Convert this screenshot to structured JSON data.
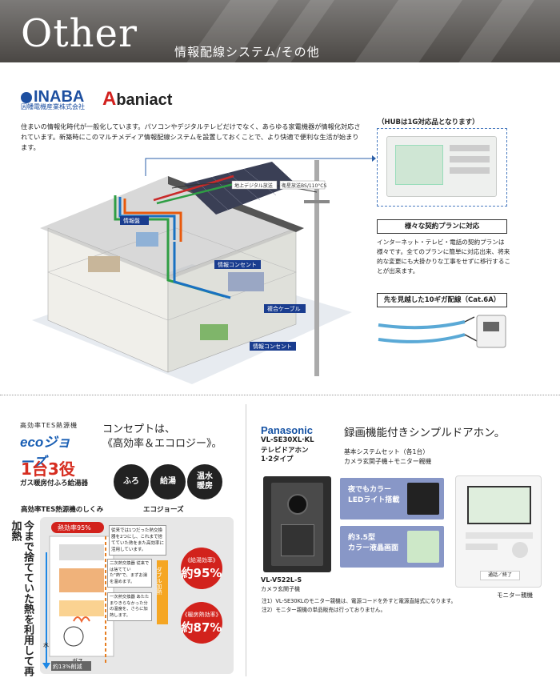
{
  "header": {
    "title": "Other",
    "subtitle": "情報配線システム/その他"
  },
  "logos": {
    "inaba": "INABA",
    "inaba_company": "因幡電機産業株式会社",
    "abaniact_mark": "A",
    "abaniact": "baniact"
  },
  "intro": "住まいの情報化時代が一般化しています。パソコンやデジタルテレビだけでなく、あらゆる家電機器が情報化対応されています。新築時にこのマルチメディア情報配線システムを設置しておくことで、より快適で便利な生活が始まります。",
  "diagram": {
    "antenna1": "地上デジタル放送",
    "antenna2": "衛星放送BS/110°CS",
    "label_joho_ban": "情報盤",
    "label_joho_outlet1": "情報コンセント",
    "label_fukugo_cable": "複合ケーブル",
    "label_joho_outlet2": "情報コンセント"
  },
  "right_panel": {
    "hub_note": "（HUBは1G対応品となります）",
    "plan_head": "様々な契約プランに対応",
    "plan_text": "インターネット・テレビ・電話の契約プランは様々です。全てのプランに簡単に対応出来、将来的な変更にも大掛かりな工事をせずに移行することが出来ます。",
    "cat_head": "先を見越した10ギガ配線（Cat.6A）"
  },
  "ecojoze": {
    "tagline": "高効率TES熱源機",
    "logo": "ecoジョーズ",
    "concept_line1": "コンセプトは、",
    "concept_line2": "《高効率＆エコロジー》。",
    "ichi": "1台",
    "san": "3役",
    "sub": "ガス暖房付ふろ給湯器",
    "circles": [
      "ふろ",
      "給湯",
      "温水\n暖房"
    ],
    "shikumi": "高効率TES熱源機のしくみ",
    "name": "エコジョーズ",
    "vertical": "今まで捨てていた熱を利用して再加熱",
    "netsu": "熱効率95%",
    "note1": "従来では1つだった熱交換器を2つにし、これまで捨てていた熱をまた高効率に活用しています。",
    "note2": "二次熱交換器 従来では捨てていた\"熱\"で、まずお湯を温めます。",
    "note3": "一次熱交換器 あたたまりきらなかった分の温度を、さらに加熱します。",
    "double_label": "ダブル加熱",
    "gas": "ガス",
    "water": "水",
    "yaku13": "約13%削減",
    "kyuto_label": "《給湯効率》",
    "kyuto_value": "約95%",
    "danbou_label": "《暖房熱効率》",
    "danbou_value": "約87%"
  },
  "panasonic": {
    "brand": "Panasonic",
    "model": "VL-SE30XL·KL",
    "model_sub1": "テレビドアホン",
    "model_sub2": "1·2タイプ",
    "rec_title": "録画機能付きシンプルドアホン。",
    "sys1": "基本システムセット（各1台）",
    "sys2": "カメラ玄関子機＋モニター親機",
    "feat1_line1": "夜でもカラー",
    "feat1_line2": "LEDライト搭載",
    "feat2_line1": "約3.5型",
    "feat2_line2": "カラー液晶画面",
    "door_model": "VL-V522L-S",
    "door_name": "カメラ玄関子機",
    "monitor_name": "モニター親機",
    "monitor_btn": "通話／終了",
    "note1": "注1）VL-SE30KLのモニター親機は、電源コードを外すと電源直結式になります。",
    "note2": "注2）モニター親機の単品販売は行っておりません。"
  }
}
